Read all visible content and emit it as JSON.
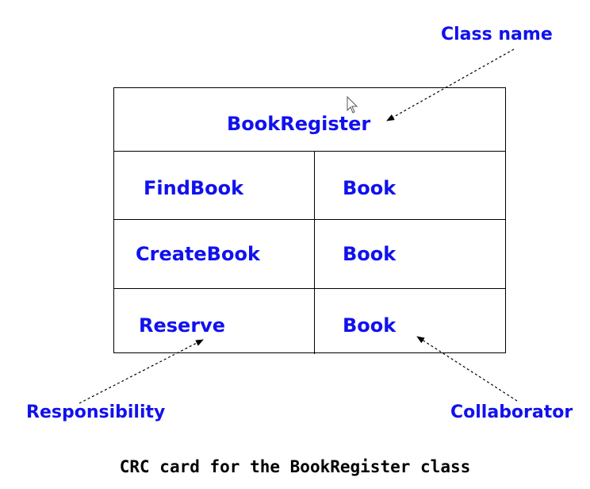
{
  "crc_card": {
    "class_name": "BookRegister",
    "rows": [
      {
        "responsibility": "FindBook",
        "collaborator": "Book"
      },
      {
        "responsibility": "CreateBook",
        "collaborator": "Book"
      },
      {
        "responsibility": "Reserve",
        "collaborator": "Book"
      }
    ]
  },
  "annotations": {
    "class_name": "Class name",
    "responsibility": "Responsibility",
    "collaborator": "Collaborator"
  },
  "caption": "CRC card for the BookRegister class",
  "colors": {
    "label": "#1111ee",
    "lines": "#000000",
    "background": "#ffffff"
  },
  "icons": {
    "cursor": "mouse-pointer-icon"
  }
}
